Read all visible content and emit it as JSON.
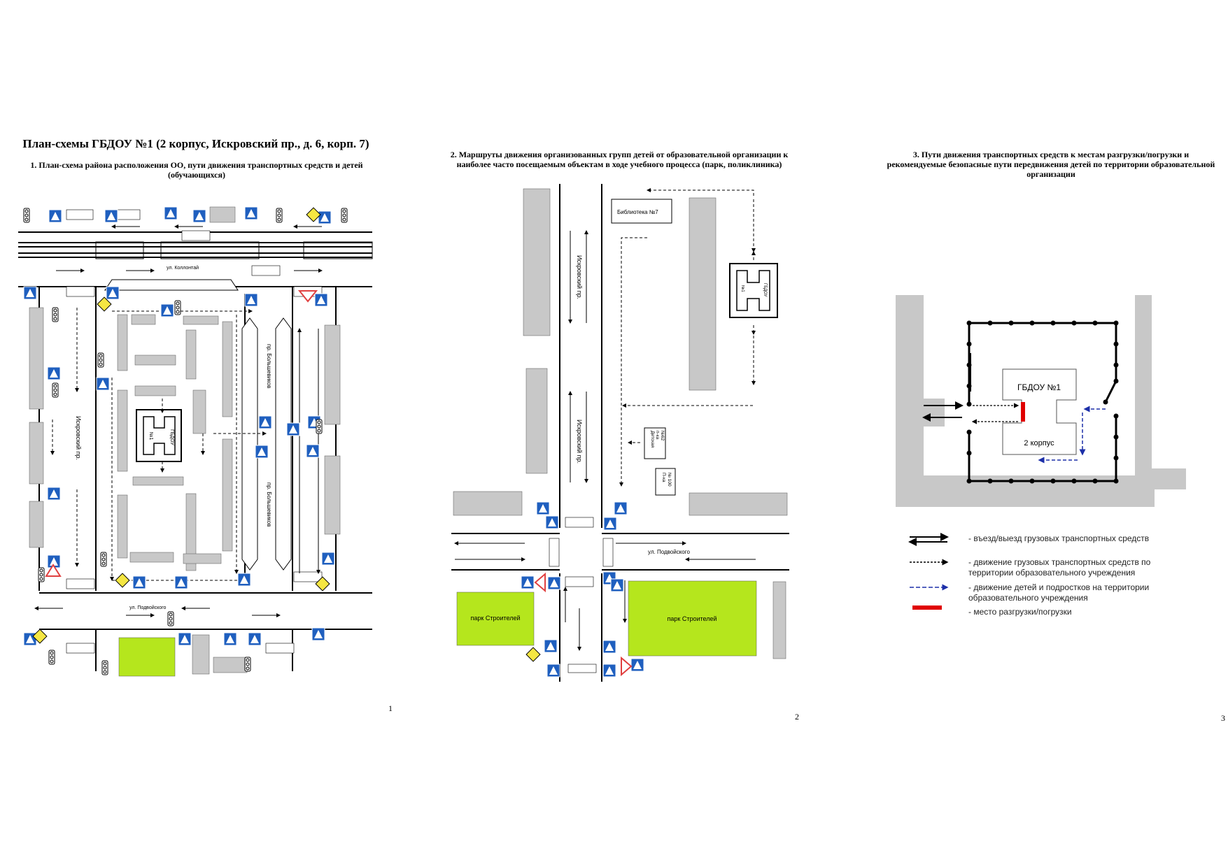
{
  "main_title": "План-схемы ГБДОУ №1 (2 корпус, Искровский пр., д. 6, корп. 7)",
  "section1": {
    "title": "1. План-схема района расположения ОО, пути движения транспортных средств и детей (обучающихся)",
    "street_kollontai": "ул. Коллонтай",
    "street_iskrovsky": "Искровский пр.",
    "street_bolshevikov_1": "пр. Большевиков",
    "street_bolshevikov_2": "пр. Большевиков",
    "street_podvoisky": "ул. Подвойского",
    "building_label_1": "ГБДОУ",
    "building_label_2": "№1",
    "page_number": "1"
  },
  "section2": {
    "title": "2. Маршруты движения организованных групп детей от образовательной организации к наиболее часто посещаемым объектам в ходе учебного процесса (парк, поликлиника)",
    "library": "Библиотека №7",
    "street_iskrovsky_1": "Искровский пр.",
    "street_iskrovsky_2": "Искровский пр.",
    "clinic_1_line1": "Детская",
    "clinic_1_line2": "п-ка",
    "clinic_1_line3": "№62",
    "clinic_2_line1": "П-ка",
    "clinic_2_line2": "№ 100",
    "street_podvoisky": "ул. Подвойского",
    "park_left": "парк Строителей",
    "park_right": "парк Строителей",
    "building_label_1": "ГБДОУ",
    "building_label_2": "№1",
    "page_number": "2"
  },
  "section3": {
    "title": "3. Пути движения транспортных средств к местам разгрузки/погрузки и рекомендуемые безопасные пути передвижения детей по территории образовательной организации",
    "building_name": "ГБДОУ №1",
    "building_corpus": "2 корпус",
    "legend": [
      {
        "icon": "double-arrow-icon",
        "text_1": "- въезд/выезд грузовых транспортных средств",
        "text_2": ""
      },
      {
        "icon": "dotted-arrow-icon",
        "text_1": "- движение грузовых транспортных средств по",
        "text_2": "территории образовательного учреждения"
      },
      {
        "icon": "dashed-blue-arrow-icon",
        "text_1": "- движение детей и подростков на территории",
        "text_2": "образовательного учреждения"
      },
      {
        "icon": "red-bar-icon",
        "text_1": "- место разгрузки/погрузки",
        "text_2": ""
      }
    ],
    "page_number": "3"
  },
  "colors": {
    "building": "#c8c8c8",
    "park": "#b5e61d",
    "sign_blue": "#1f5fbf",
    "children_path": "#1c2fa8",
    "unloading": "#e00000"
  }
}
